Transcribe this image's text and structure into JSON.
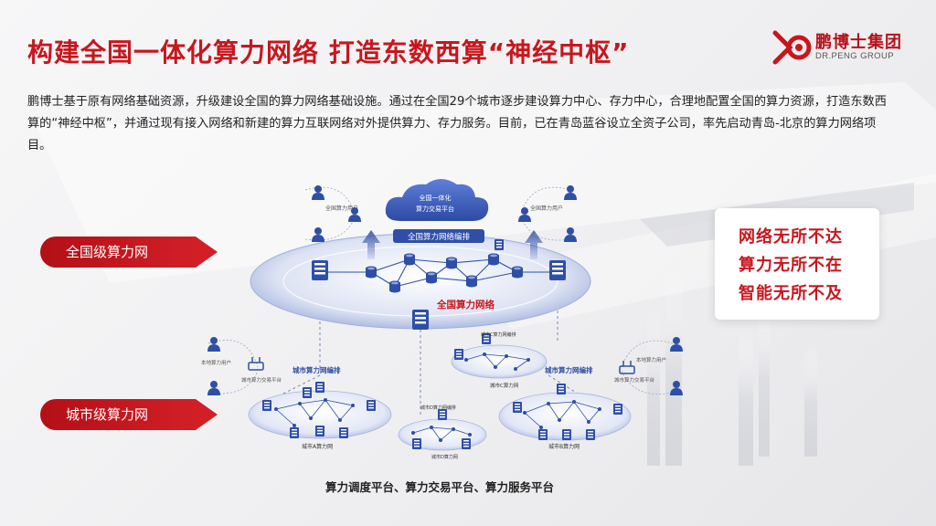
{
  "title": "构建全国一体化算力网络  打造东数西算“神经中枢”",
  "logo": {
    "cn": "鹏博士集团",
    "en": "DR.PENG GROUP"
  },
  "intro": "鹏博士基于原有网络基础资源，升级建设全国的算力网络基础设施。通过在全国29个城市逐步建设算力中心、存力中心，合理地配置全国的算力资源，打造东数西算的“神经中枢”，并通过现有接入网络和新建的算力互联网络对外提供算力、存力服务。目前，已在青岛蓝谷设立全资子公司，率先启动青岛-北京的算力网络项目。",
  "tags": {
    "national": "全国级算力网",
    "city": "城市级算力网"
  },
  "slogans": [
    "网络无所不达",
    "算力无所不在",
    "智能无所不及"
  ],
  "diagram": {
    "cloud_line1": "全国一体化",
    "cloud_line2": "算力交易平台",
    "national_orchestration": "全国算力网络编排",
    "national_network": "全国算力网络",
    "national_users": "全国算力用户",
    "local_users": "本地算力用户",
    "city_trade_platform": "城市算力交易平台",
    "city_orchestration": "城市算力网编排",
    "city_c_top_label": "城市C算力网编排",
    "city_d_top_label": "城市D算力网编排",
    "city_a": "城市A算力网",
    "city_b": "城市B算力网",
    "city_c": "城市C算力网",
    "city_d": "城市D算力网"
  },
  "footer": "算力调度平台、算力交易平台、算力服务平台",
  "colors": {
    "brand_red": "#c8161d",
    "network_blue": "#2f4fa6"
  }
}
